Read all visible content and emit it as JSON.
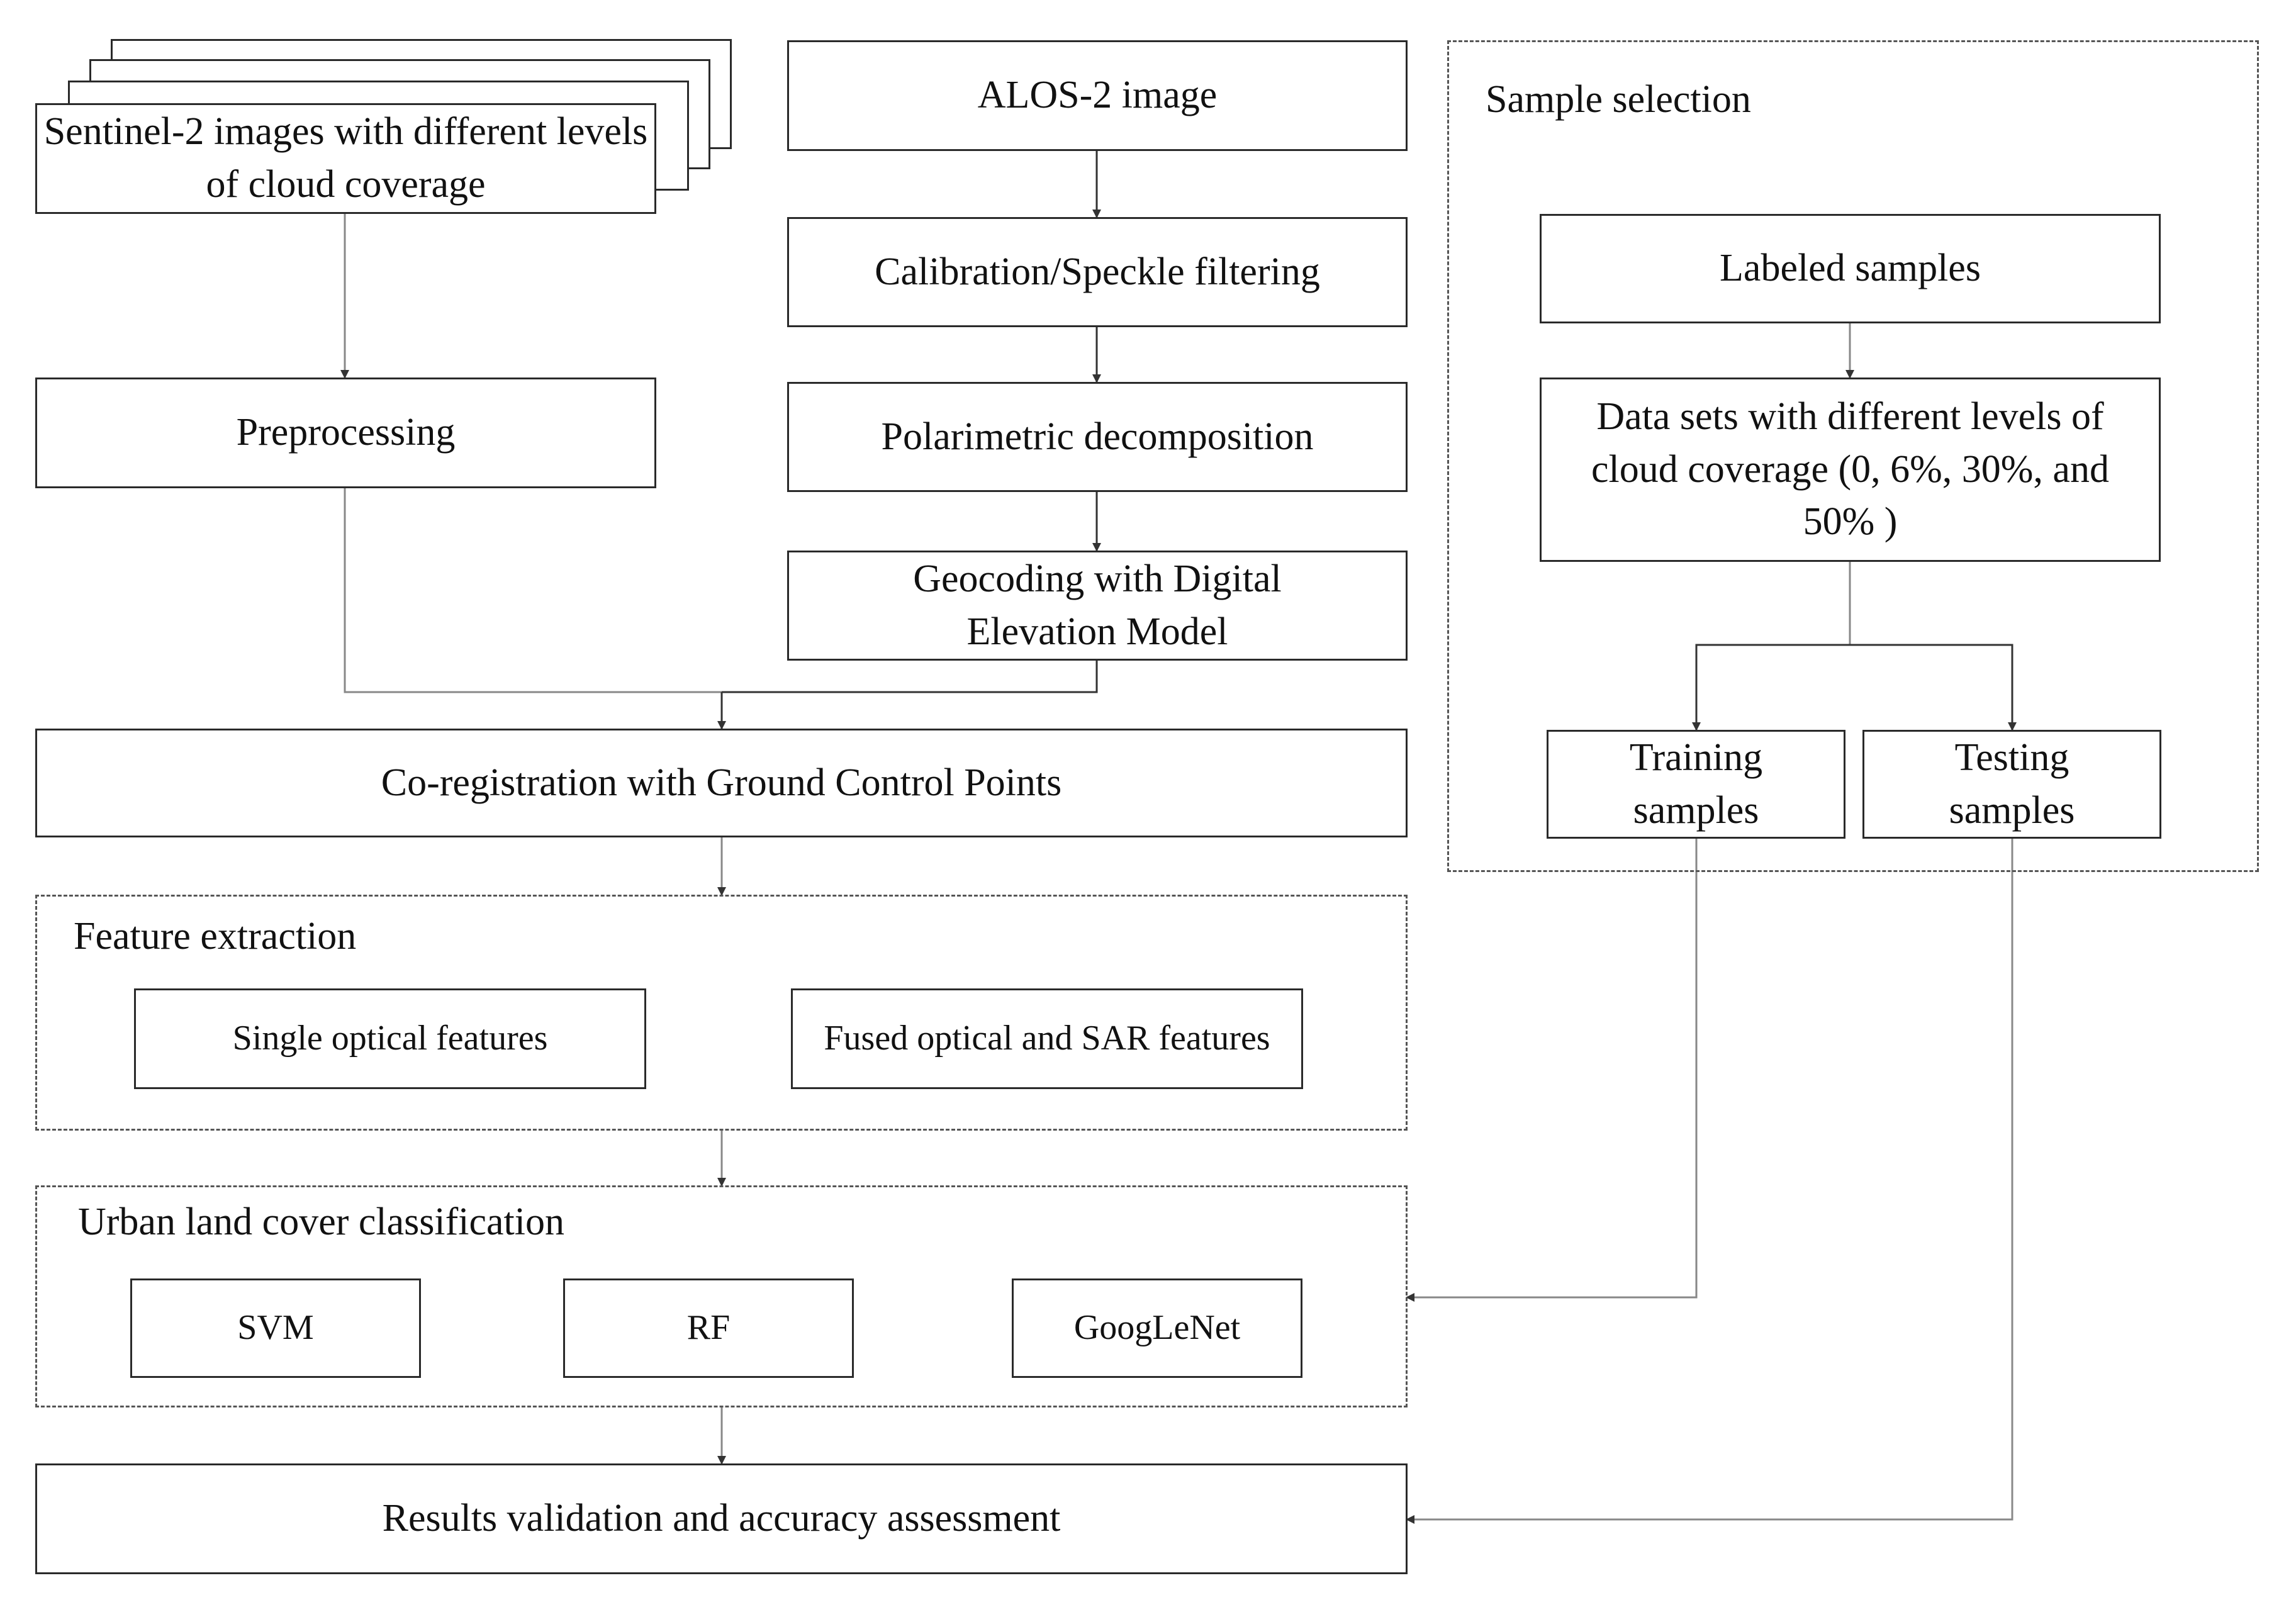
{
  "diagram": {
    "nodes": {
      "sentinel": "Sentinel-2 images with different levels of cloud coverage",
      "alos": "ALOS-2 image",
      "calibration": "Calibration/Speckle filtering",
      "polarimetric": "Polarimetric decomposition",
      "geocoding": "Geocoding with Digital Elevation Model",
      "preprocessing": "Preprocessing",
      "coregistration": "Co-registration with Ground Control Points",
      "single_optical": "Single optical features",
      "fused_features": "Fused optical and SAR features",
      "svm": "SVM",
      "rf": "RF",
      "googlenet": "GoogLeNet",
      "results": "Results validation and accuracy assessment",
      "labeled": "Labeled samples",
      "datasets": "Data sets with different levels of cloud coverage (0, 6%, 30%, and 50% )",
      "training": "Training samples",
      "testing": "Testing samples"
    },
    "groups": {
      "feature_extraction": "Feature extraction",
      "classification": "Urban land cover classification",
      "sample_selection": "Sample selection"
    },
    "edges": [
      [
        "sentinel",
        "preprocessing"
      ],
      [
        "alos",
        "calibration"
      ],
      [
        "calibration",
        "polarimetric"
      ],
      [
        "polarimetric",
        "geocoding"
      ],
      [
        "preprocessing",
        "coregistration"
      ],
      [
        "geocoding",
        "coregistration"
      ],
      [
        "coregistration",
        "feature_extraction"
      ],
      [
        "feature_extraction",
        "classification"
      ],
      [
        "classification",
        "results"
      ],
      [
        "labeled",
        "datasets"
      ],
      [
        "datasets",
        "training"
      ],
      [
        "datasets",
        "testing"
      ],
      [
        "training",
        "classification"
      ],
      [
        "testing",
        "results"
      ]
    ]
  }
}
